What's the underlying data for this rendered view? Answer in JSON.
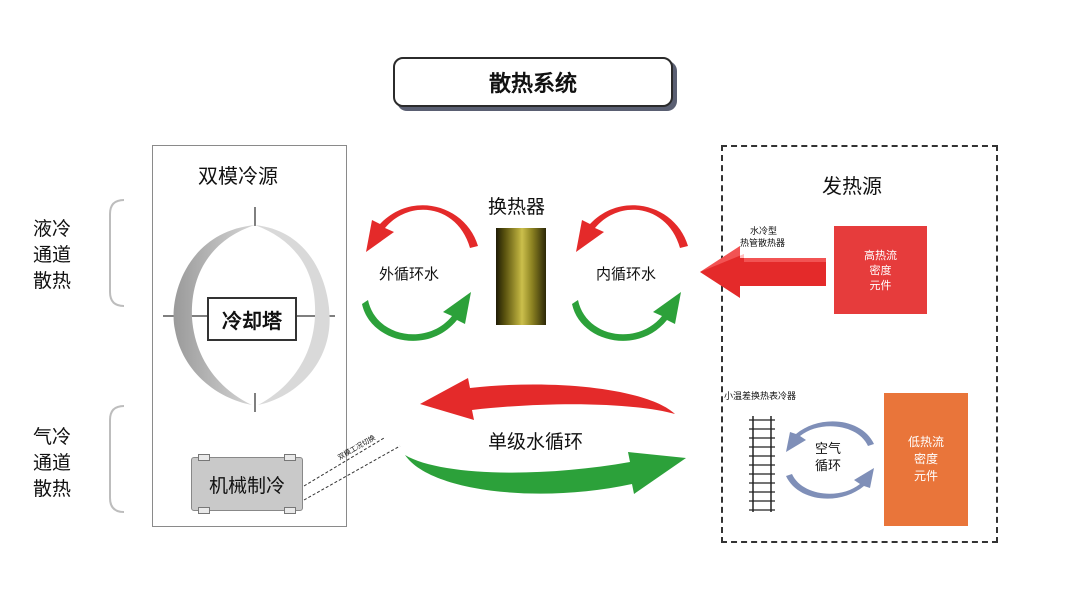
{
  "title": "散热系统",
  "left_panel": {
    "heading": "双模冷源",
    "tower": "冷却塔",
    "chiller": "机械制冷",
    "switch_note": "双模工况切换"
  },
  "side_labels": {
    "liquid": [
      "液冷",
      "通道",
      "散热"
    ],
    "air": [
      "气冷",
      "通道",
      "散热"
    ]
  },
  "center": {
    "heat_exchanger": "换热器",
    "outer_loop": "外循环水",
    "inner_loop": "内循环水",
    "single_loop": "单级水循环"
  },
  "right_panel": {
    "heading": "发热源",
    "water_cooled": [
      "水冷型",
      "热管散热器"
    ],
    "high_density": [
      "高热流",
      "密度",
      "元件"
    ],
    "air_cooler": "小温差换热表冷器",
    "air_loop": [
      "空气",
      "循环"
    ],
    "low_density": [
      "低热流",
      "密度",
      "元件"
    ]
  },
  "colors": {
    "red": "#e42a2a",
    "green": "#2ca13a",
    "blue": "#7f8fb8",
    "high_box": "#e63c3c",
    "low_box": "#e9753a"
  }
}
